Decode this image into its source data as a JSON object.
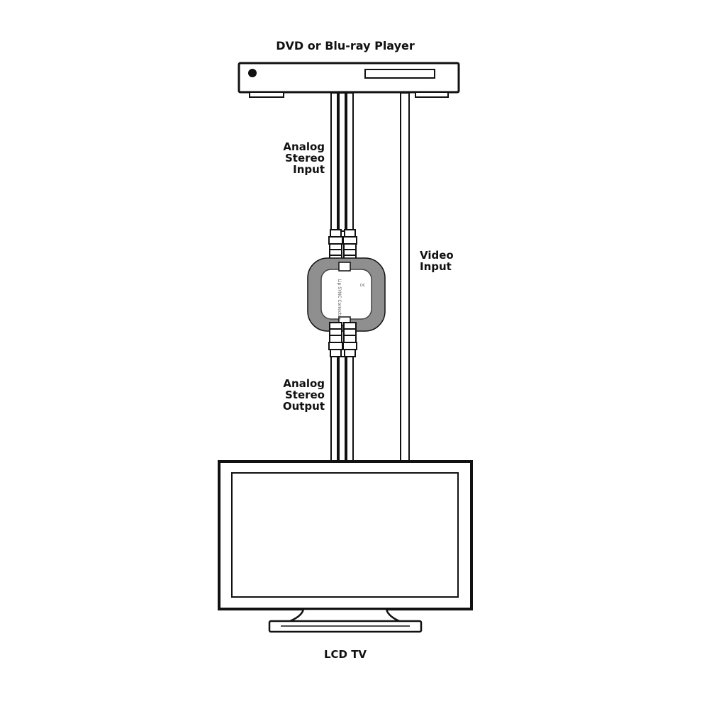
{
  "labels": {
    "source": "DVD or Blu-ray Player",
    "analog_in": [
      "Analog",
      "Stereo",
      "Input"
    ],
    "video_in": [
      "Video",
      "Input"
    ],
    "analog_out": [
      "Analog",
      "Stereo",
      "Output"
    ],
    "display": "LCD TV",
    "device_line1": "Lip SYNC Corrector",
    "device_line2": "DC"
  },
  "colors": {
    "stroke": "#111111",
    "device_frame": "#8f8f8f",
    "background": "#ffffff"
  },
  "icons": {
    "source": "dvd-player-icon",
    "display": "lcd-tv-icon",
    "corrector": "lip-sync-corrector-icon"
  }
}
